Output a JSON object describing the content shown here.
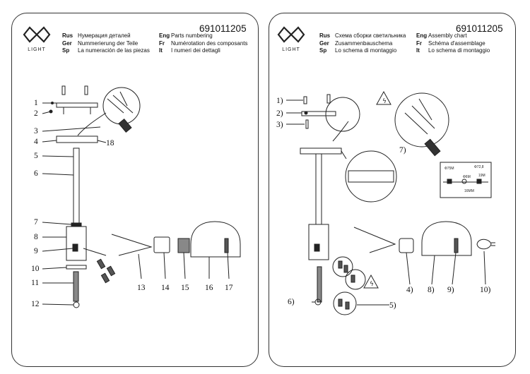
{
  "brand": {
    "logo_text": "LIGHT"
  },
  "left": {
    "code": "691011205",
    "legend": [
      {
        "tag1": "Rus",
        "text1": "Нумерация деталей",
        "tag2": "Eng",
        "text2": "Parts numbering"
      },
      {
        "tag1": "Ger",
        "text1": "Nummerierung der Teile",
        "tag2": "Fr",
        "text2": "Numérotation des composants"
      },
      {
        "tag1": "Sp",
        "text1": "La numeración de las piezas",
        "tag2": "It",
        "text2": "I numeri dei dettagli"
      }
    ],
    "labels": [
      "1",
      "2",
      "3",
      "4",
      "5",
      "6",
      "7",
      "8",
      "9",
      "10",
      "11",
      "12",
      "13",
      "14",
      "15",
      "16",
      "17",
      "18"
    ]
  },
  "right": {
    "code": "691011205",
    "legend": [
      {
        "tag1": "Rus",
        "text1": "Схема сборки светильника",
        "tag2": "Eng",
        "text2": "Assembly chart"
      },
      {
        "tag1": "Ger",
        "text1": "Zusammenbauschema",
        "tag2": "Fr",
        "text2": "Schéma d'assemblage"
      },
      {
        "tag1": "Sp",
        "text1": "Lo schema di montaggio",
        "tag2": "It",
        "text2": "Lo schema di montaggio"
      }
    ],
    "steps": [
      "1)",
      "2)",
      "3)",
      "4)",
      "5)",
      "6)",
      "7)",
      "8)",
      "9)",
      "10)"
    ],
    "dimensions": [
      "Ф72,8",
      "Ф75M",
      "19M",
      "Ф6M",
      "16MM"
    ]
  }
}
